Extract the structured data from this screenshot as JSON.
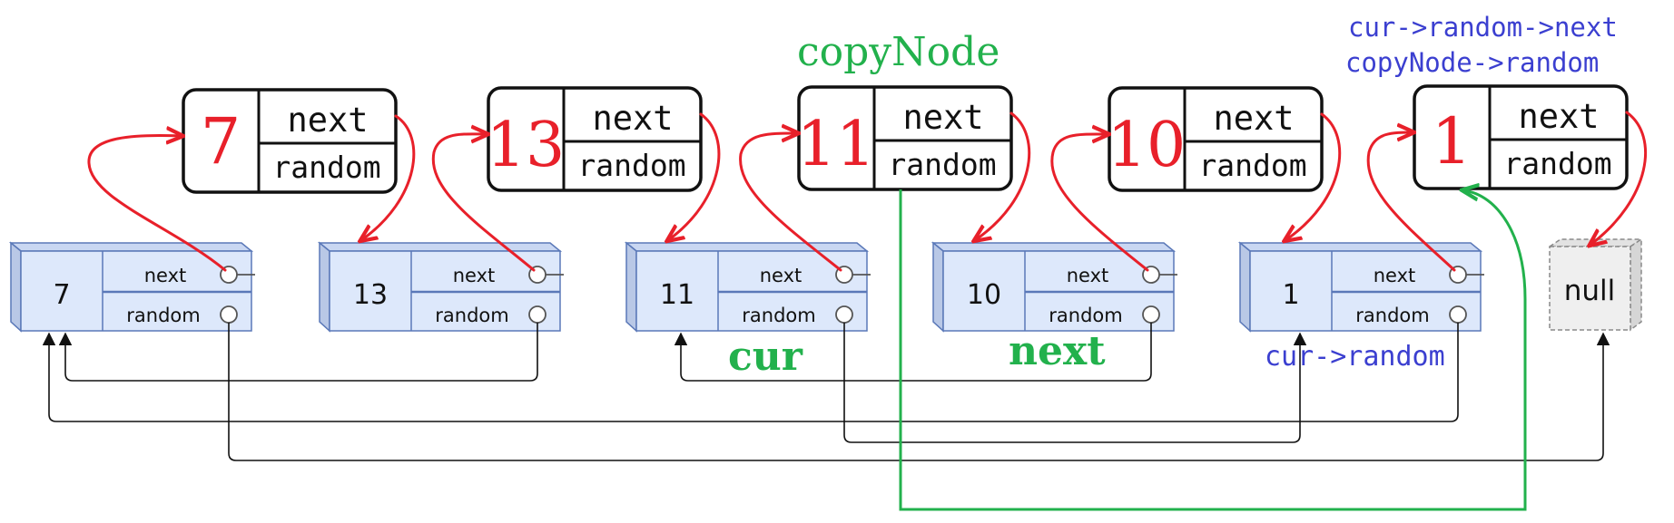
{
  "colors": {
    "red": "#e8202a",
    "green": "#22b14c",
    "blue": "#3b3fd0",
    "node_fill": "#dde8fb",
    "node_side": "#b9c8e6",
    "node_top": "#c9d7f2",
    "node_stroke": "#5a78b8",
    "black": "#111111",
    "null_fill": "#efefef",
    "null_stroke": "#8a8a8a"
  },
  "field_labels": {
    "next": "next",
    "random": "random"
  },
  "original_nodes": [
    {
      "value": "7"
    },
    {
      "value": "13"
    },
    {
      "value": "11"
    },
    {
      "value": "10"
    },
    {
      "value": "1"
    }
  ],
  "copy_nodes": [
    {
      "value": "7"
    },
    {
      "value": "13"
    },
    {
      "value": "11"
    },
    {
      "value": "10"
    },
    {
      "value": "1"
    }
  ],
  "null_label": "null",
  "annotations": {
    "copy_node": "copyNode",
    "cur": "cur",
    "next": "next",
    "cur_random": "cur->random",
    "cur_random_next": "cur->random->next",
    "copy_node_random": "copyNode->random"
  },
  "random_pointers": [
    {
      "from": "7",
      "to": "null"
    },
    {
      "from": "13",
      "to": "7"
    },
    {
      "from": "11",
      "to": "1"
    },
    {
      "from": "10",
      "to": "11"
    },
    {
      "from": "1",
      "to": "7"
    }
  ]
}
